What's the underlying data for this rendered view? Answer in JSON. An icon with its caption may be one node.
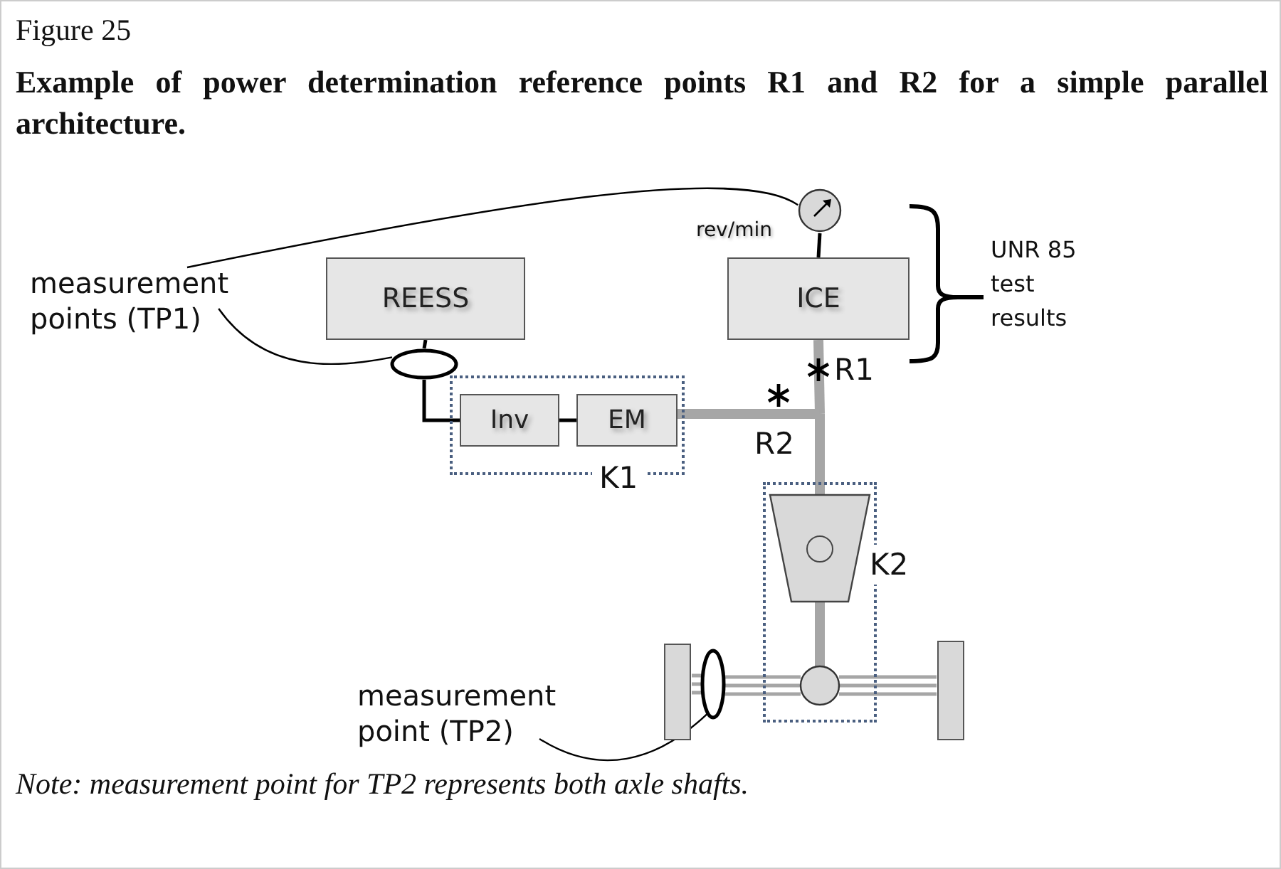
{
  "diagram": {
    "title": "Example of power determination reference points R1 and R2 for a simple parallel architecture.",
    "caption": "Note: measurement point for TP2 represents both axle shafts.",
    "nodes": [
      {
        "text": [
          "measurement points (TP1)"
        ]
      },
      {
        "text": [
          "REESS"
        ]
      },
      {
        "text": [],
        "shape": "circle",
        "beside": [
          "rev/min"
        ]
      },
      {
        "text": [
          "ICE"
        ]
      },
      {
        "text": [],
        "shape": "ellipse"
      },
      {
        "text": [
          "K1"
        ]
      },
      {
        "text": [
          "Inv"
        ],
        "in": 5
      },
      {
        "text": [
          "EM"
        ],
        "in": 5
      },
      {
        "text": [
          "K2"
        ]
      },
      {
        "text": [],
        "shape": "trapezoid",
        "in": 8
      },
      {
        "text": [],
        "shape": "circle",
        "in": 8
      },
      {
        "text": [],
        "shape": "bar"
      },
      {
        "text": [],
        "shape": "bar"
      },
      {
        "text": [],
        "shape": "ellipse"
      },
      {
        "text": [
          "measurement point (TP2)"
        ]
      }
    ],
    "edges": [
      {
        "from": 0,
        "to": 2,
        "arrow": "none",
        "color": "#000000"
      },
      {
        "from": 0,
        "to": 4,
        "arrow": "none",
        "color": "#000000"
      },
      {
        "from": 1,
        "to": 4,
        "arrow": "none",
        "color": "#000000"
      },
      {
        "from": 4,
        "to": 6,
        "arrow": "none",
        "color": "#000000"
      },
      {
        "from": 6,
        "to": 7,
        "arrow": "none",
        "color": "#000000"
      },
      {
        "from": 2,
        "to": 3,
        "arrow": "none",
        "color": "#000000"
      },
      {
        "from": 3,
        "to": 9,
        "arrow": "none",
        "style": "thick",
        "color": "#a6a6a6"
      },
      {
        "from": 7,
        "to": 9,
        "arrow": "none",
        "style": "thick",
        "color": "#a6a6a6"
      },
      {
        "from": 9,
        "to": 10,
        "arrow": "none",
        "style": "thick",
        "color": "#a6a6a6"
      },
      {
        "from": 10,
        "to": 13,
        "arrow": "none",
        "color": "#a6a6a6"
      },
      {
        "from": 13,
        "to": 11,
        "arrow": "none",
        "color": "#a6a6a6"
      },
      {
        "from": 10,
        "to": 12,
        "arrow": "none",
        "color": "#a6a6a6"
      },
      {
        "from": 14,
        "to": 13,
        "arrow": "none",
        "color": "#000000"
      }
    ],
    "labels": [
      "Figure 25",
      "R1",
      "R2",
      "UNR 85 test results"
    ]
  }
}
